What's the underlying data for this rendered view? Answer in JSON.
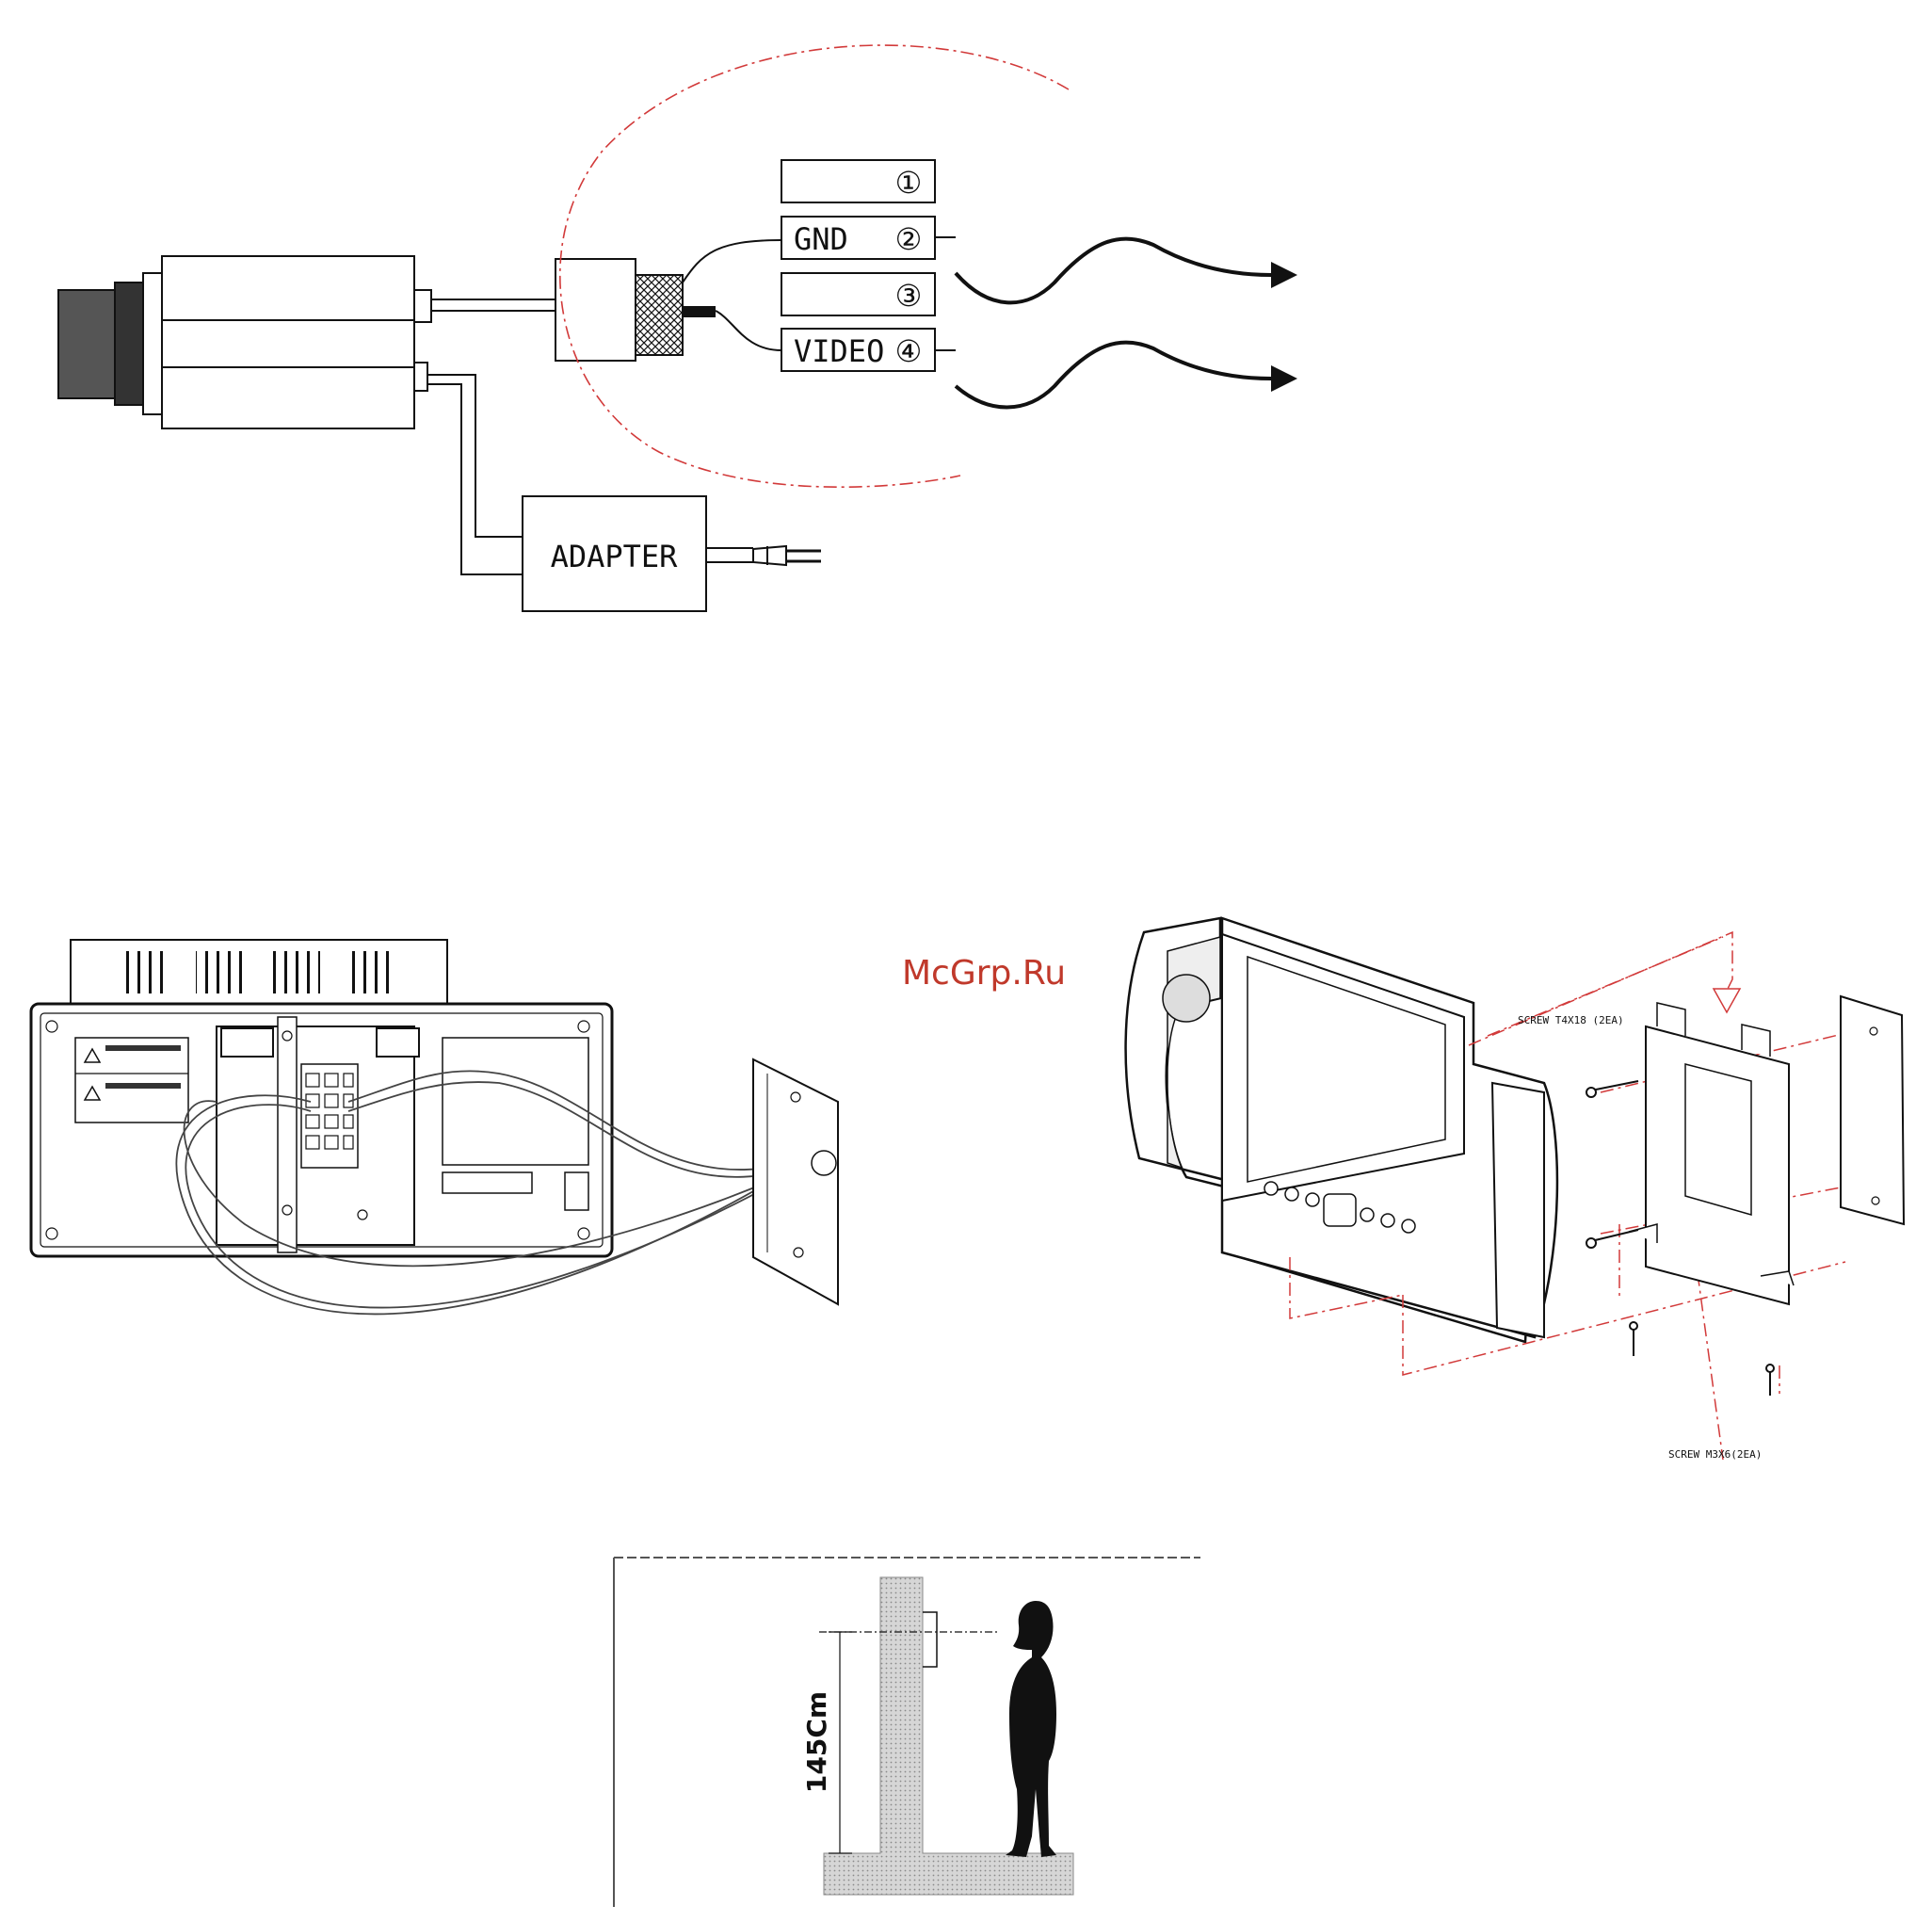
{
  "wiring": {
    "terminals": [
      "①",
      "GND",
      "②",
      "③",
      "VIDEO",
      "④"
    ],
    "adapter_label": "ADAPTER"
  },
  "watermark": "McGrp.Ru",
  "mounting": {
    "screw_top": "SCREW T4X18 (2EA)",
    "screw_bottom": "SCREW M3X6(2EA)"
  },
  "height": {
    "label": "145Cm"
  },
  "colors": {
    "line": "#111111",
    "dashed": "#d23a3a",
    "watermark": "#c0392b",
    "wall": "#c9c9c9"
  }
}
